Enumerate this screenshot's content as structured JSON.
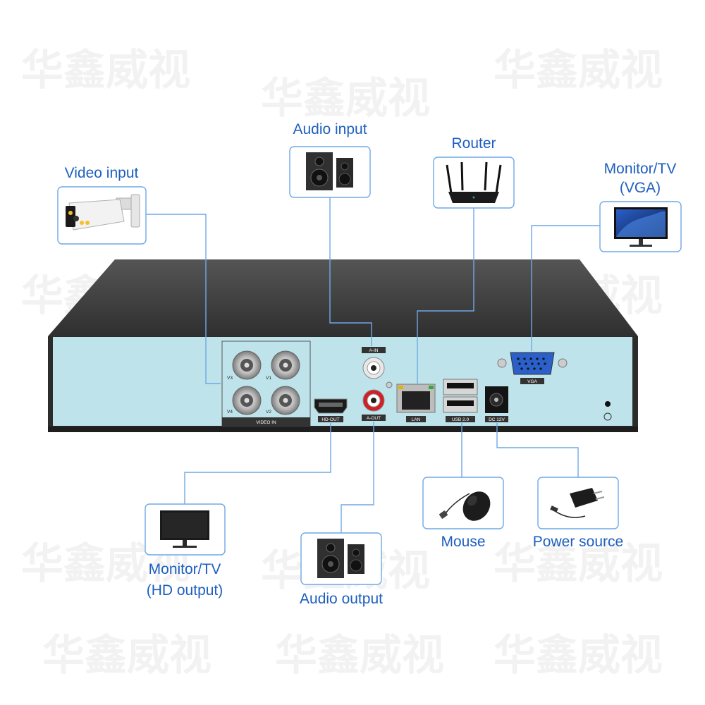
{
  "watermark": "华鑫威视",
  "labels": {
    "video_input": "Video input",
    "audio_input": "Audio input",
    "router": "Router",
    "monitor_vga_line1": "Monitor/TV",
    "monitor_vga_line2": "(VGA)",
    "monitor_hd_line1": "Monitor/TV",
    "monitor_hd_line2": "(HD output)",
    "audio_output": "Audio output",
    "mouse": "Mouse",
    "power_source": "Power source"
  },
  "ports": {
    "a_in": "A-IN",
    "a_out": "A-OUT",
    "lan": "LAN",
    "usb": "USB 2.0",
    "dc": "DC 12V",
    "vga": "VGA",
    "hd_out": "HD-OUT",
    "video_in": "VIDEO IN",
    "v1": "V1",
    "v2": "V2",
    "v3": "V3",
    "v4": "V4"
  },
  "colors": {
    "accent": "#1d5fbf",
    "line": "#6fa8e6",
    "panel": "#bfe3ea",
    "chassis": "#3b3b3b"
  }
}
